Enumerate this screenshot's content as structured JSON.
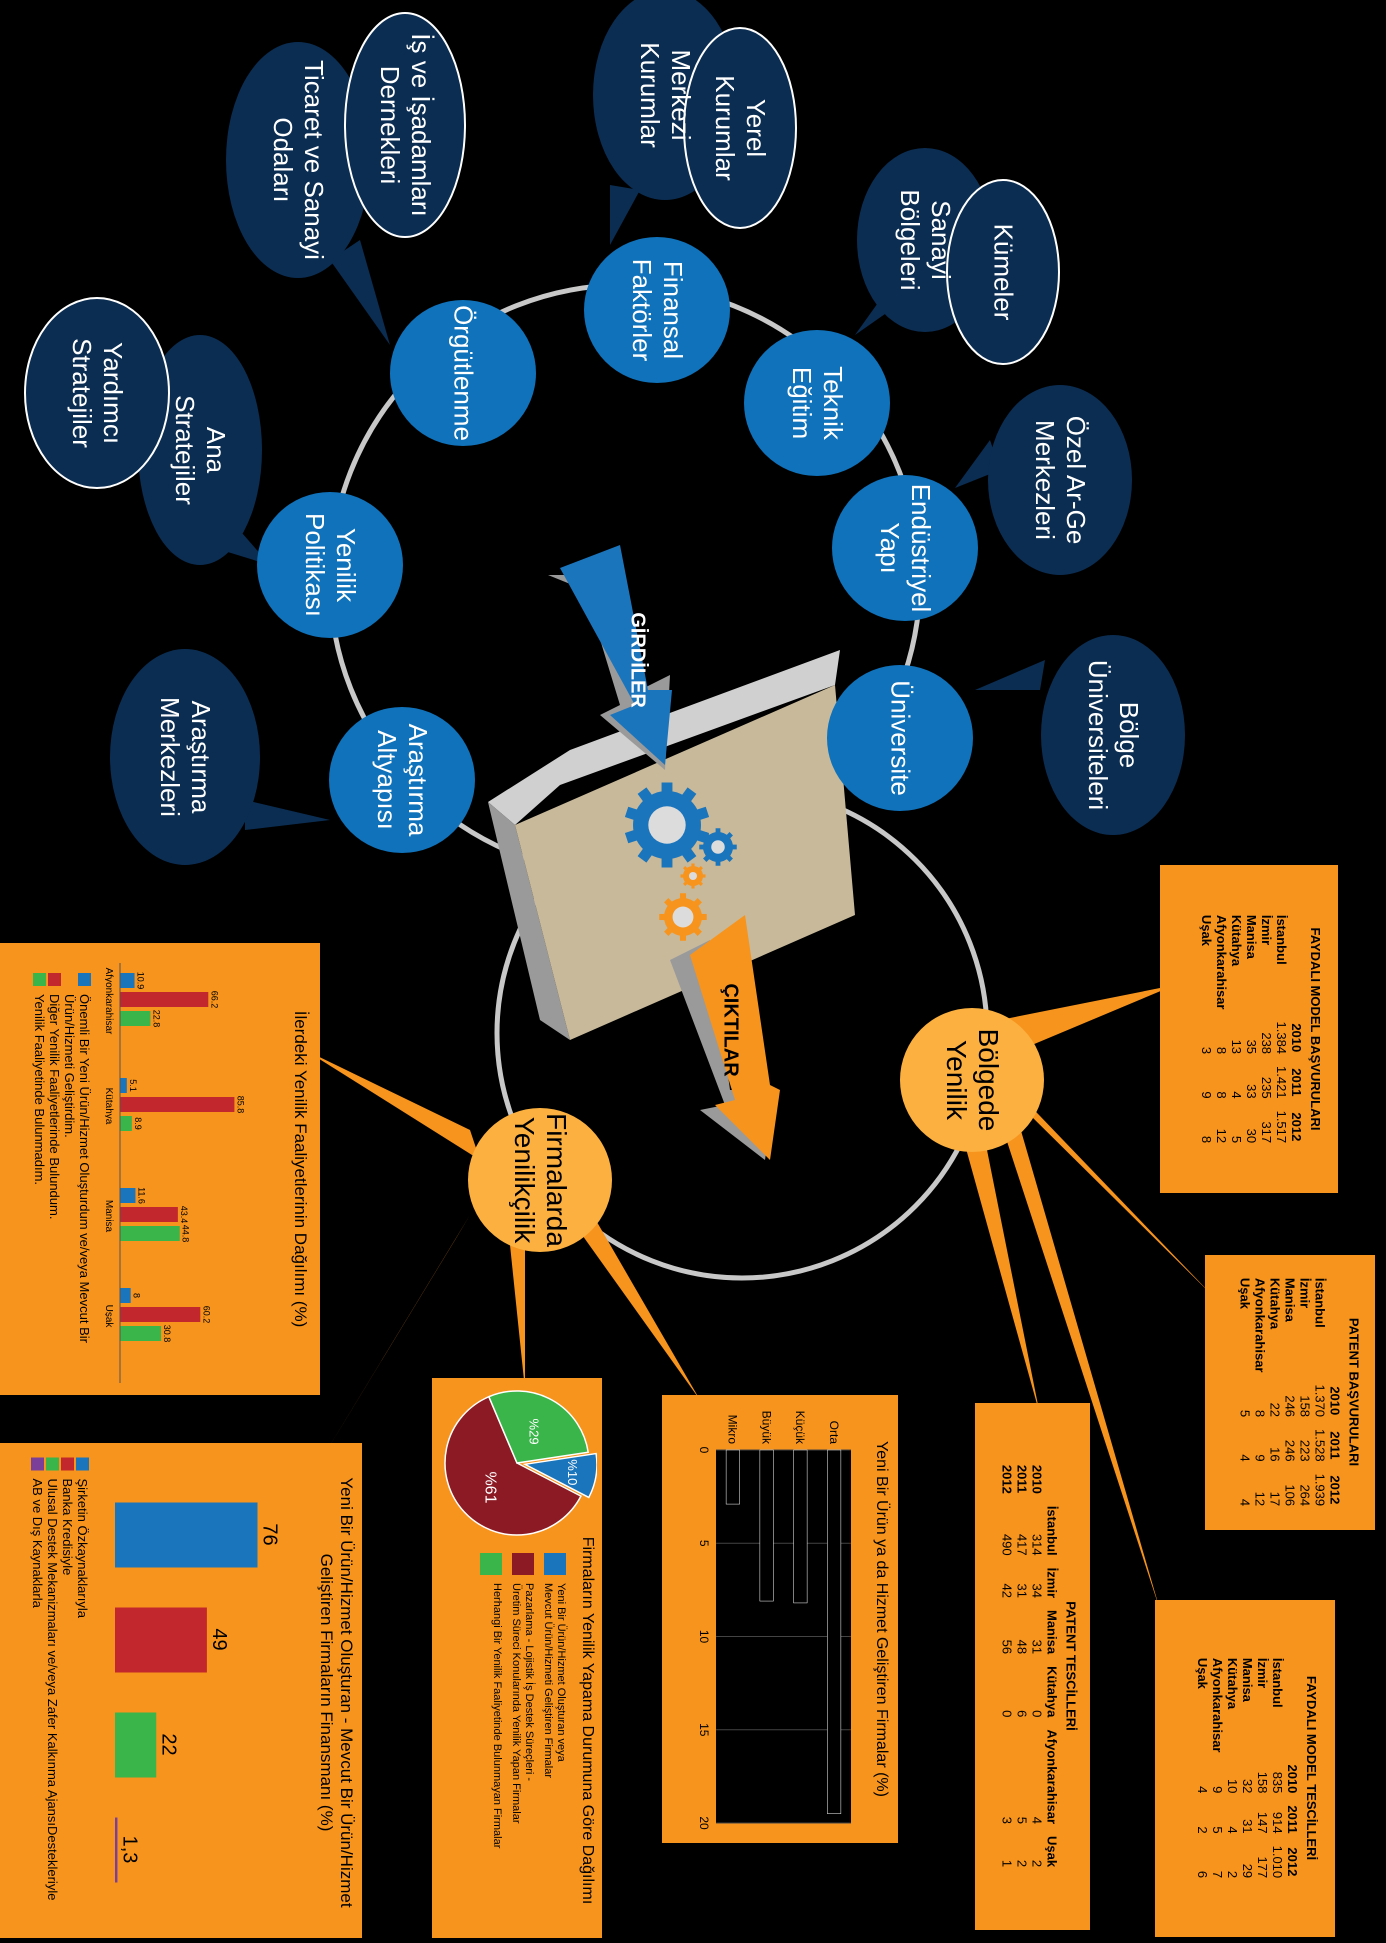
{
  "colors": {
    "node_blue": "#0f72ba",
    "bubble_navy": "#0b2d52",
    "output_orange": "#fbb040",
    "panel_orange": "#f7941d",
    "ring": "#c8c8c8",
    "bar_blue": "#1b75bc",
    "bar_red": "#c1272d",
    "bar_green": "#39b54a",
    "bar_purple": "#7b3f99",
    "pie_darkred": "#8b1a24"
  },
  "center": {
    "inputs_arrow": "GİRDİLER",
    "outputs_arrow": "ÇIKTILAR",
    "gear_icon": "gear-icon"
  },
  "input_nodes": [
    {
      "label": "Üniversite"
    },
    {
      "label": "Endüstriyel\nYapı"
    },
    {
      "label": "Teknik\nEğitim"
    },
    {
      "label": "Finansal\nFaktörler"
    },
    {
      "label": "Örgütlenme"
    },
    {
      "label": "Yenilik\nPolitikası"
    },
    {
      "label": "Araştırma\nAltyapısı"
    }
  ],
  "bubbles": [
    {
      "label": "Bölge\nÜniversiteleri"
    },
    {
      "label": "Özel Ar-Ge\nMerkezleri"
    },
    {
      "label": "Sanayi\nBölgeleri"
    },
    {
      "label": "Kümeler"
    },
    {
      "label": "Merkezi\nKurumlar"
    },
    {
      "label": "Yerel\nKurumlar"
    },
    {
      "label": "Ticaret ve Sanayi\nOdaları"
    },
    {
      "label": "İş ve İşadamları\nDernekleri"
    },
    {
      "label": "Ana\nStratejiler"
    },
    {
      "label": "Yardımcı\nStratejiler"
    },
    {
      "label": "Araştırma\nMerkezleri"
    }
  ],
  "output_nodes": [
    {
      "label": "Bölgede\nYenilik"
    },
    {
      "label": "Firmalarda\nYenilikçilik"
    }
  ],
  "tables": {
    "faydali_basvuru": {
      "title": "FAYDALI MODEL BAŞVURULARI",
      "cols": [
        "",
        "2010",
        "2011",
        "2012"
      ],
      "rows": [
        [
          "İstanbul",
          "1.384",
          "1.421",
          "1.517"
        ],
        [
          "İzmir",
          "238",
          "235",
          "317"
        ],
        [
          "Manisa",
          "35",
          "33",
          "30"
        ],
        [
          "Kütahya",
          "13",
          "4",
          "5"
        ],
        [
          "Afyonkarahisar",
          "8",
          "8",
          "12"
        ],
        [
          "Uşak",
          "3",
          "9",
          "8"
        ]
      ]
    },
    "patent_basvuru": {
      "title": "PATENT BAŞVURULARI",
      "cols": [
        "",
        "2010",
        "2011",
        "2012"
      ],
      "rows": [
        [
          "İstanbul",
          "1.370",
          "1.528",
          "1.939"
        ],
        [
          "İzmir",
          "158",
          "223",
          "264"
        ],
        [
          "Manisa",
          "246",
          "246",
          "106"
        ],
        [
          "Kütahya",
          "22",
          "16",
          "17"
        ],
        [
          "Afyonkarahisar",
          "8",
          "9",
          "12"
        ],
        [
          "Uşak",
          "5",
          "4",
          "4"
        ]
      ]
    },
    "patent_tescil": {
      "title": "PATENT  TESCİLLERİ",
      "cols": [
        "",
        "İstanbul",
        "İzmir",
        "Manisa",
        "Kütahya",
        "Afyonkarahisar",
        "Uşak"
      ],
      "rows": [
        [
          "2010",
          "314",
          "34",
          "31",
          "0",
          "4",
          "2"
        ],
        [
          "2011",
          "417",
          "31",
          "48",
          "6",
          "5",
          "2"
        ],
        [
          "2012",
          "490",
          "42",
          "56",
          "0",
          "3",
          "1"
        ]
      ]
    },
    "faydali_tescil": {
      "title": "FAYDALI MODEL TESCİLLERİ",
      "cols": [
        "",
        "2010",
        "2011",
        "2012"
      ],
      "rows": [
        [
          "İstanbul",
          "835",
          "914",
          "1.010"
        ],
        [
          "İzmir",
          "158",
          "147",
          "177"
        ],
        [
          "Manisa",
          "32",
          "31",
          "29"
        ],
        [
          "Kütahya",
          "10",
          "4",
          "2"
        ],
        [
          "Afyonkarahisar",
          "9",
          "5",
          "7"
        ],
        [
          "Uşak",
          "4",
          "2",
          "6"
        ]
      ]
    }
  },
  "chart_data": [
    {
      "type": "bar",
      "title": "İlerdeki Yenilik Faaliyetlerinin Dağılımı (%)",
      "categories": [
        "Afyonkarahisar",
        "Kütahya",
        "Manisa",
        "Uşak"
      ],
      "series": [
        {
          "name": "Önemli Bir Yeni Ürün/Hizmet Oluşturdum ve/veya Mevcut Bir Ürün/Hizmeti Geliştirdim.",
          "values": [
            10.9,
            5.1,
            11.6,
            8
          ],
          "color": "#1b75bc"
        },
        {
          "name": "Diğer Yenilik Faaliyetlerinde Bulundum.",
          "values": [
            66.2,
            85.8,
            43.4,
            60.2
          ],
          "color": "#c1272d"
        },
        {
          "name": "Yenilik Faaliyetinde Bulunmadım.",
          "values": [
            22.8,
            8.9,
            44.8,
            30.8
          ],
          "color": "#39b54a"
        }
      ],
      "labels": [
        [
          "10.9",
          "66.2",
          "22.8"
        ],
        [
          "5.1",
          "85.8",
          "8.9"
        ],
        [
          "11.6",
          "43.4",
          "44.8"
        ],
        [
          "8",
          "60.2",
          "30.8"
        ]
      ]
    },
    {
      "type": "bar",
      "title": "Yeni Bir Ürün/Hizmet Oluşturan - Mevcut Bir Ürün/Hizmet Geliştiren Firmaların Finansmanı (%)",
      "categories": [
        "Şirketin Özkaynaklarıyla",
        "Banka Kredisiyle",
        "Ulusal Destek Mekanizmaları ve/veya Zafer Kalkınma AjansıDestekleriyle",
        "AB ve Dış Kaynaklarla"
      ],
      "values": [
        76,
        49,
        22,
        1.3
      ],
      "value_labels": [
        "76",
        "49",
        "22",
        "1,3"
      ],
      "colors": [
        "#1b75bc",
        "#c1272d",
        "#39b54a",
        "#7b3f99"
      ]
    },
    {
      "type": "pie",
      "title": "Firmaların Yenilik Yapama Durumuna Göre Dağılımı",
      "slices": [
        {
          "label": "%10",
          "value": 10,
          "color": "#1b75bc",
          "legend": "Yeni Bir Ürün/Hizmet Oluşturan veya\nMevcut Ürün/Hizmeti Geliştiren Firmalar"
        },
        {
          "label": "%61",
          "value": 61,
          "color": "#8b1a24",
          "legend": "Pazarlama - Lojistik İş Destek Süreçleri -\nÜretim Süreci Konularında Yenilik Yapan Firmalar"
        },
        {
          "label": "%29",
          "value": 29,
          "color": "#39b54a",
          "legend": "Herhangi Bir Yenilik Faaliyetinde Bulunmayan Firmalar"
        }
      ]
    },
    {
      "type": "bar",
      "title": "Yeni Bir Ürün ya da Hizmet Geliştiren Firmalar (%)",
      "categories": [
        "Orta",
        "Küçük",
        "Büyük",
        "Mikro"
      ],
      "values": [
        19.5,
        8.2,
        8.1,
        2.9
      ],
      "xlim": [
        0,
        20
      ],
      "ticks": [
        "0",
        "5",
        "10",
        "15",
        "20"
      ]
    }
  ]
}
